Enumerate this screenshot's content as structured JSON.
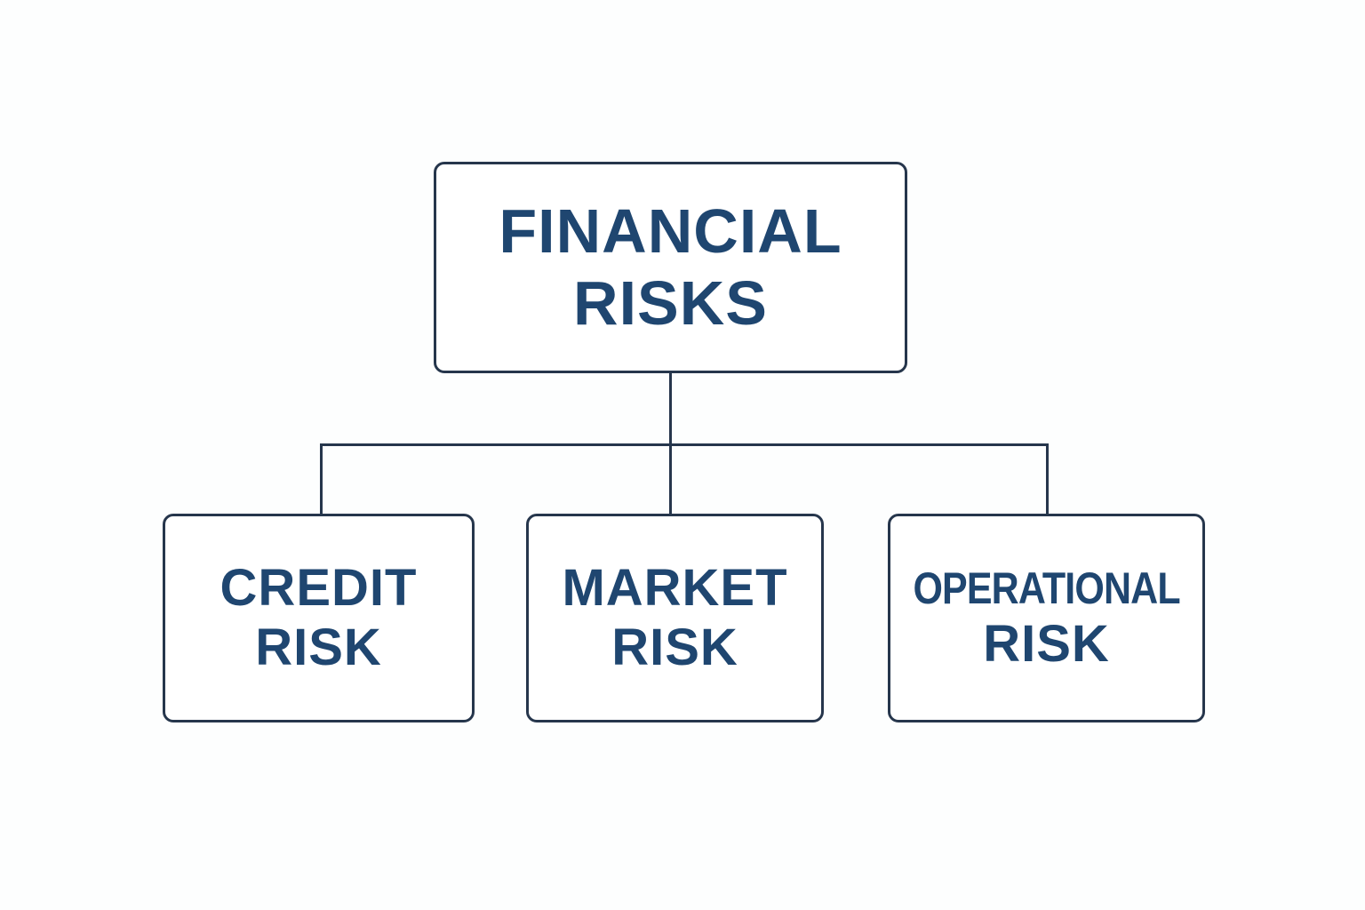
{
  "diagram": {
    "type": "hierarchy",
    "colors": {
      "text": "#1f4670",
      "border": "#26364c",
      "background": "#fdfefe"
    },
    "root": {
      "lines": [
        "FINANCIAL",
        "RISKS"
      ]
    },
    "children": [
      {
        "lines": [
          "CREDIT",
          "RISK"
        ]
      },
      {
        "lines": [
          "MARKET",
          "RISK"
        ]
      },
      {
        "lines": [
          "OPERATIONAL",
          "RISK"
        ]
      }
    ]
  }
}
